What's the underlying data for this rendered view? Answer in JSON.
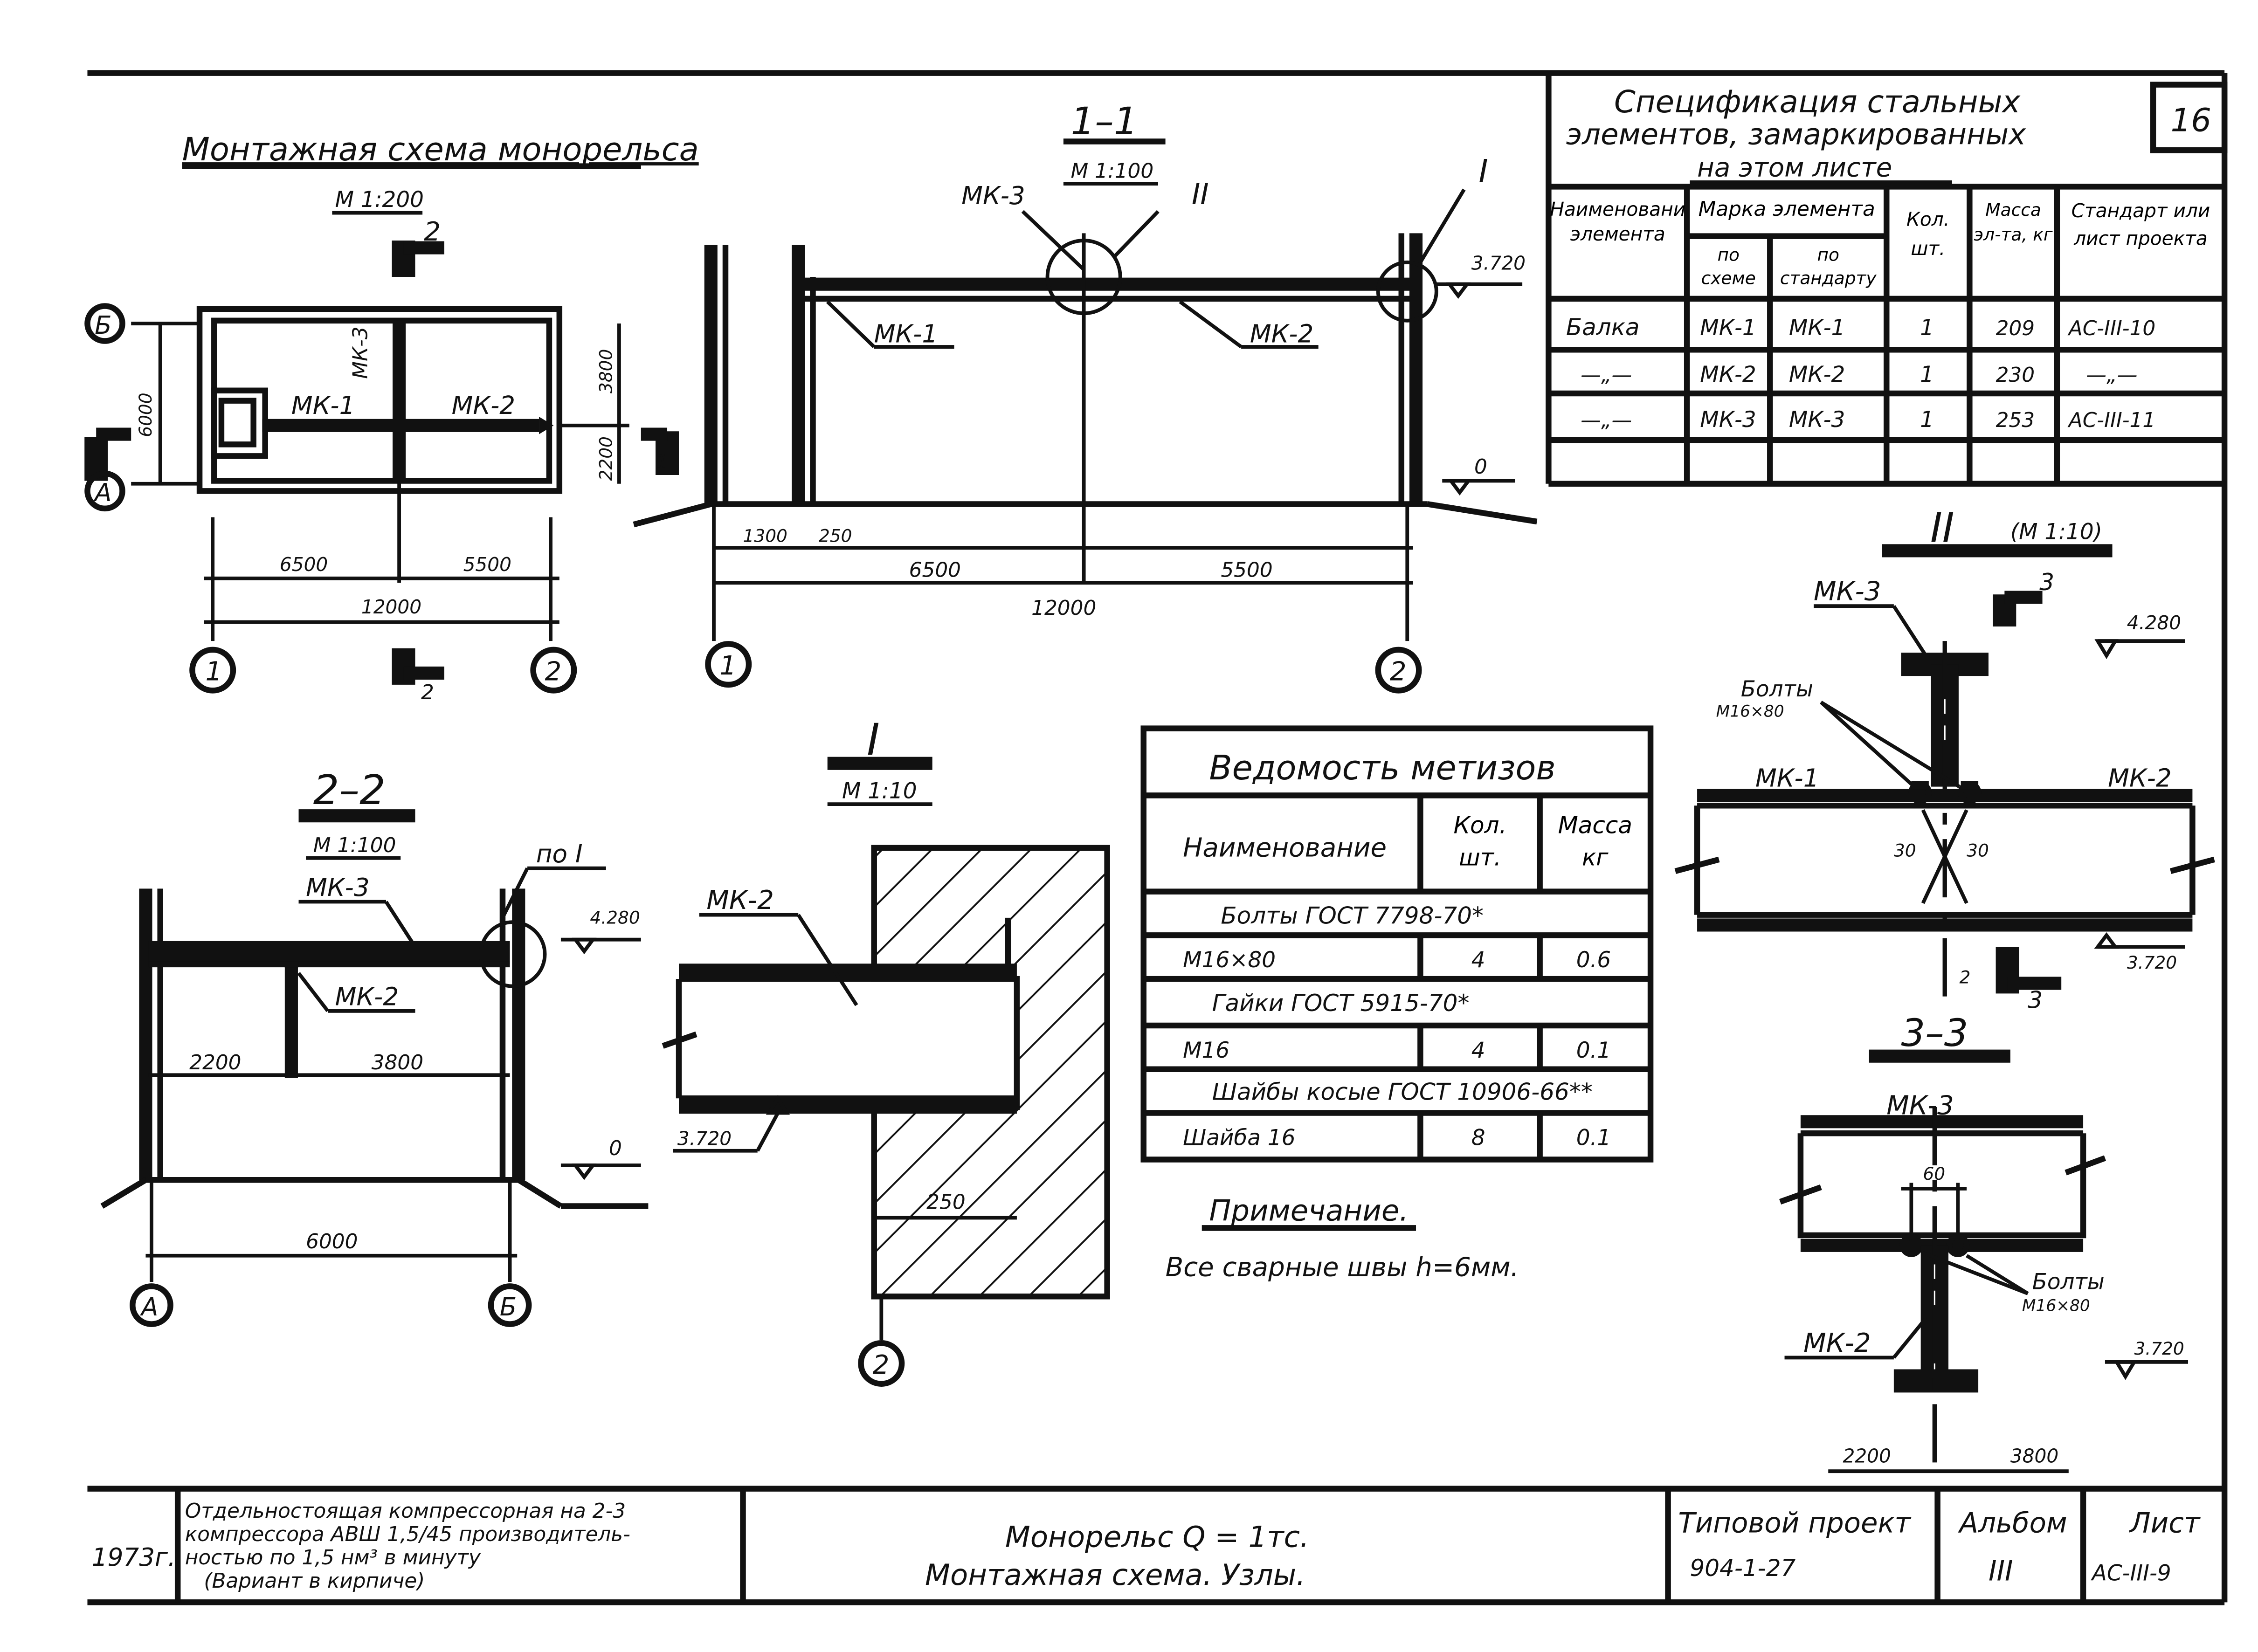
{
  "sheet_number": "16",
  "montage": {
    "title": "Монтажная схема монорельса",
    "scale": "М 1:200",
    "axis_a": "А",
    "axis_b": "Б",
    "axis_1": "1",
    "axis_2": "2",
    "mk1": "МК-1",
    "mk2": "МК-2",
    "mk3": "МК-3",
    "dim_6000": "6000",
    "dim_3800": "3800",
    "dim_2200": "2200",
    "dim_6500": "6500",
    "dim_5500": "5500",
    "dim_12000": "12000",
    "cut_2": "2",
    "cut_1": "1"
  },
  "section_1_1": {
    "title": "1–1",
    "scale": "М 1:100",
    "node_ref_2": "II",
    "node_ref_1": "I",
    "mk1": "МК-1",
    "mk2": "МК-2",
    "mk3": "МК-3",
    "elev_top": "3.720",
    "elev_zero": "0",
    "dim_1300": "1300",
    "dim_250": "250",
    "dim_6500": "6500",
    "dim_5500": "5500",
    "dim_12000": "12000",
    "axis_1": "1",
    "axis_2": "2"
  },
  "spec": {
    "title_line1": "Спецификация стальных",
    "title_line2": "элементов, замаркированных",
    "title_line3": "на этом листе",
    "headers": {
      "name": "Наименование элемента",
      "mark": "Марка элемента",
      "by_scheme": "по схеме",
      "by_standard": "по стандарту",
      "qty": "Кол. шт.",
      "mass": "Масса эл-та, кг",
      "standard": "Стандарт или лист проекта"
    },
    "rows": [
      {
        "name": "Балка",
        "scheme": "МК-1",
        "standard_mark": "МК-1",
        "qty": "1",
        "mass": "209",
        "doc": "АС-III-10"
      },
      {
        "name": "—„—",
        "scheme": "МК-2",
        "standard_mark": "МК-2",
        "qty": "1",
        "mass": "230",
        "doc": "—„—"
      },
      {
        "name": "—„—",
        "scheme": "МК-3",
        "standard_mark": "МК-3",
        "qty": "1",
        "mass": "253",
        "doc": "АС-III-11"
      }
    ]
  },
  "node_2": {
    "title": "II",
    "scale": "(М 1:10)",
    "mk3": "МК-3",
    "mk1": "МК-1",
    "mk2": "МК-2",
    "bolts": "Болты",
    "bolts_size": "М16×80",
    "elev_top": "4.280",
    "elev_bot": "3.720",
    "dim_30a": "30",
    "dim_30b": "30",
    "cut_3": "3",
    "mark_2": "2"
  },
  "section_2_2": {
    "title": "2–2",
    "scale": "М 1:100",
    "ref": "по I",
    "mk3": "МК-3",
    "mk2": "МК-2",
    "elev_top": "4.280",
    "elev_zero": "0",
    "dim_2200": "2200",
    "dim_3800": "3800",
    "dim_6000": "6000",
    "axis_a": "А",
    "axis_b": "Б"
  },
  "node_1": {
    "title": "I",
    "scale": "М 1:10",
    "mk2": "МК-2",
    "elev": "3.720",
    "dim_250": "250",
    "axis": "2"
  },
  "hardware": {
    "title": "Ведомость метизов",
    "headers": {
      "name": "Наименование",
      "qty": "Кол. шт.",
      "mass": "Масса кг"
    },
    "rows": [
      {
        "type": "group",
        "name": "Болты   ГОСТ 7798-70*"
      },
      {
        "type": "item",
        "name": "М16×80",
        "qty": "4",
        "mass": "0.6"
      },
      {
        "type": "group",
        "name": "Гайки   ГОСТ 5915-70*"
      },
      {
        "type": "item",
        "name": "М16",
        "qty": "4",
        "mass": "0.1"
      },
      {
        "type": "group",
        "name": "Шайбы косые  ГОСТ 10906-66**"
      },
      {
        "type": "item",
        "name": "Шайба 16",
        "qty": "8",
        "mass": "0.1"
      }
    ]
  },
  "note": {
    "title": "Примечание.",
    "text": "Все сварные швы h=6мм."
  },
  "section_3_3": {
    "title": "3–3",
    "mk3": "МК-3",
    "mk2": "МК-2",
    "dim_60": "60",
    "bolts": "Болты",
    "bolts_size": "М16×80",
    "elev": "3.720",
    "dim_2200": "2200",
    "dim_3800": "3800"
  },
  "title_block": {
    "year": "1973г.",
    "description_l1": "Отдельностоящая компрессорная на 2-3",
    "description_l2": "компрессора АВШ 1,5/45 производитель-",
    "description_l3": "ностью по 1,5 нм³ в минуту",
    "description_l4": "(Вариант в кирпиче)",
    "drawing_title_l1": "Монорельс  Q = 1тс.",
    "drawing_title_l2": "Монтажная  схема.  Узлы.",
    "project_label": "Типовой проект",
    "project_number": "904-1-27",
    "album_label": "Альбом",
    "album_value": "III",
    "sheet_label": "Лист",
    "sheet_value": "АС-III-9"
  }
}
